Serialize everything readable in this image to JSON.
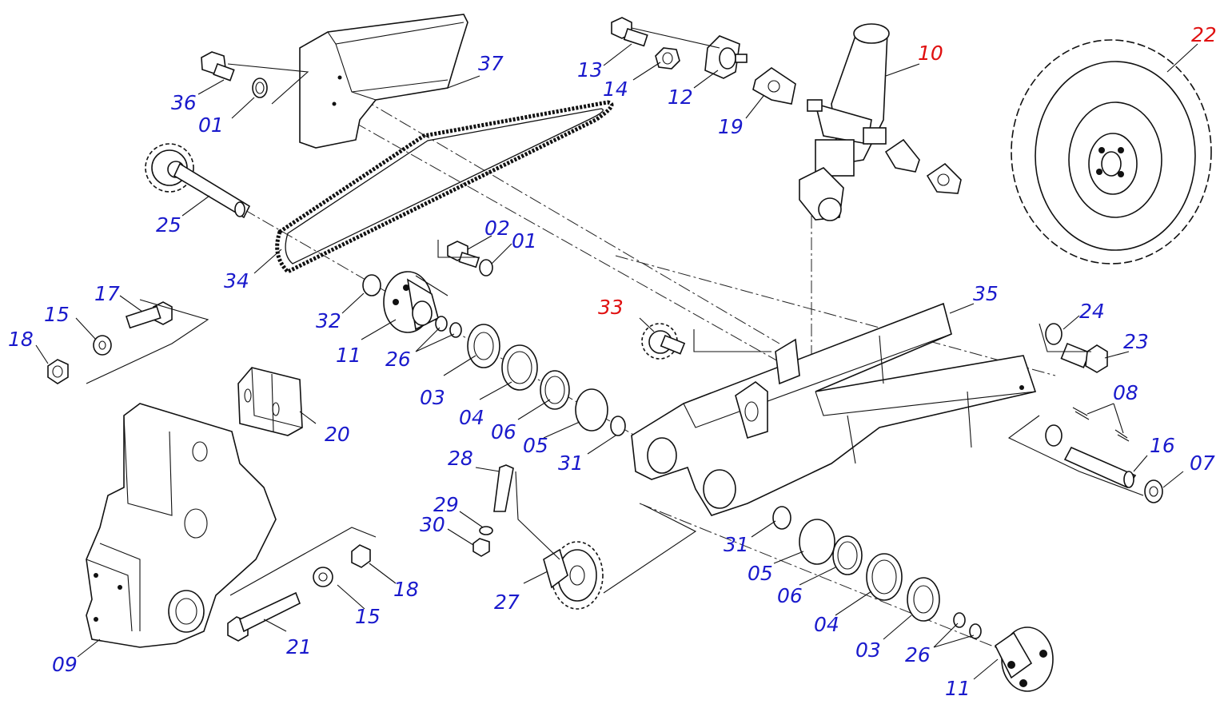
{
  "callouts": [
    {
      "id": "c-36",
      "text": "36",
      "color": "#1a1acc"
    },
    {
      "id": "c-01a",
      "text": "01",
      "color": "#1a1acc"
    },
    {
      "id": "c-37",
      "text": "37",
      "color": "#1a1acc"
    },
    {
      "id": "c-25",
      "text": "25",
      "color": "#1a1acc"
    },
    {
      "id": "c-34",
      "text": "34",
      "color": "#1a1acc"
    },
    {
      "id": "c-13",
      "text": "13",
      "color": "#1a1acc"
    },
    {
      "id": "c-14",
      "text": "14",
      "color": "#1a1acc"
    },
    {
      "id": "c-12",
      "text": "12",
      "color": "#1a1acc"
    },
    {
      "id": "c-19",
      "text": "19",
      "color": "#1a1acc"
    },
    {
      "id": "c-10",
      "text": "10",
      "color": "#e01010"
    },
    {
      "id": "c-22",
      "text": "22",
      "color": "#e01010"
    },
    {
      "id": "c-02",
      "text": "02",
      "color": "#1a1acc"
    },
    {
      "id": "c-01b",
      "text": "01",
      "color": "#1a1acc"
    },
    {
      "id": "c-17",
      "text": "17",
      "color": "#1a1acc"
    },
    {
      "id": "c-15a",
      "text": "15",
      "color": "#1a1acc"
    },
    {
      "id": "c-18a",
      "text": "18",
      "color": "#1a1acc"
    },
    {
      "id": "c-32",
      "text": "32",
      "color": "#1a1acc"
    },
    {
      "id": "c-11a",
      "text": "11",
      "color": "#1a1acc"
    },
    {
      "id": "c-26a",
      "text": "26",
      "color": "#1a1acc"
    },
    {
      "id": "c-33",
      "text": "33",
      "color": "#e01010"
    },
    {
      "id": "c-35",
      "text": "35",
      "color": "#1a1acc"
    },
    {
      "id": "c-24",
      "text": "24",
      "color": "#1a1acc"
    },
    {
      "id": "c-23",
      "text": "23",
      "color": "#1a1acc"
    },
    {
      "id": "c-03a",
      "text": "03",
      "color": "#1a1acc"
    },
    {
      "id": "c-04a",
      "text": "04",
      "color": "#1a1acc"
    },
    {
      "id": "c-06a",
      "text": "06",
      "color": "#1a1acc"
    },
    {
      "id": "c-05a",
      "text": "05",
      "color": "#1a1acc"
    },
    {
      "id": "c-31a",
      "text": "31",
      "color": "#1a1acc"
    },
    {
      "id": "c-20",
      "text": "20",
      "color": "#1a1acc"
    },
    {
      "id": "c-08",
      "text": "08",
      "color": "#1a1acc"
    },
    {
      "id": "c-16",
      "text": "16",
      "color": "#1a1acc"
    },
    {
      "id": "c-07",
      "text": "07",
      "color": "#1a1acc"
    },
    {
      "id": "c-28",
      "text": "28",
      "color": "#1a1acc"
    },
    {
      "id": "c-29",
      "text": "29",
      "color": "#1a1acc"
    },
    {
      "id": "c-30",
      "text": "30",
      "color": "#1a1acc"
    },
    {
      "id": "c-31b",
      "text": "31",
      "color": "#1a1acc"
    },
    {
      "id": "c-05b",
      "text": "05",
      "color": "#1a1acc"
    },
    {
      "id": "c-06b",
      "text": "06",
      "color": "#1a1acc"
    },
    {
      "id": "c-04b",
      "text": "04",
      "color": "#1a1acc"
    },
    {
      "id": "c-03b",
      "text": "03",
      "color": "#1a1acc"
    },
    {
      "id": "c-26b",
      "text": "26",
      "color": "#1a1acc"
    },
    {
      "id": "c-11b",
      "text": "11",
      "color": "#1a1acc"
    },
    {
      "id": "c-18b",
      "text": "18",
      "color": "#1a1acc"
    },
    {
      "id": "c-15b",
      "text": "15",
      "color": "#1a1acc"
    },
    {
      "id": "c-21",
      "text": "21",
      "color": "#1a1acc"
    },
    {
      "id": "c-27",
      "text": "27",
      "color": "#1a1acc"
    },
    {
      "id": "c-09",
      "text": "09",
      "color": "#1a1acc"
    }
  ]
}
